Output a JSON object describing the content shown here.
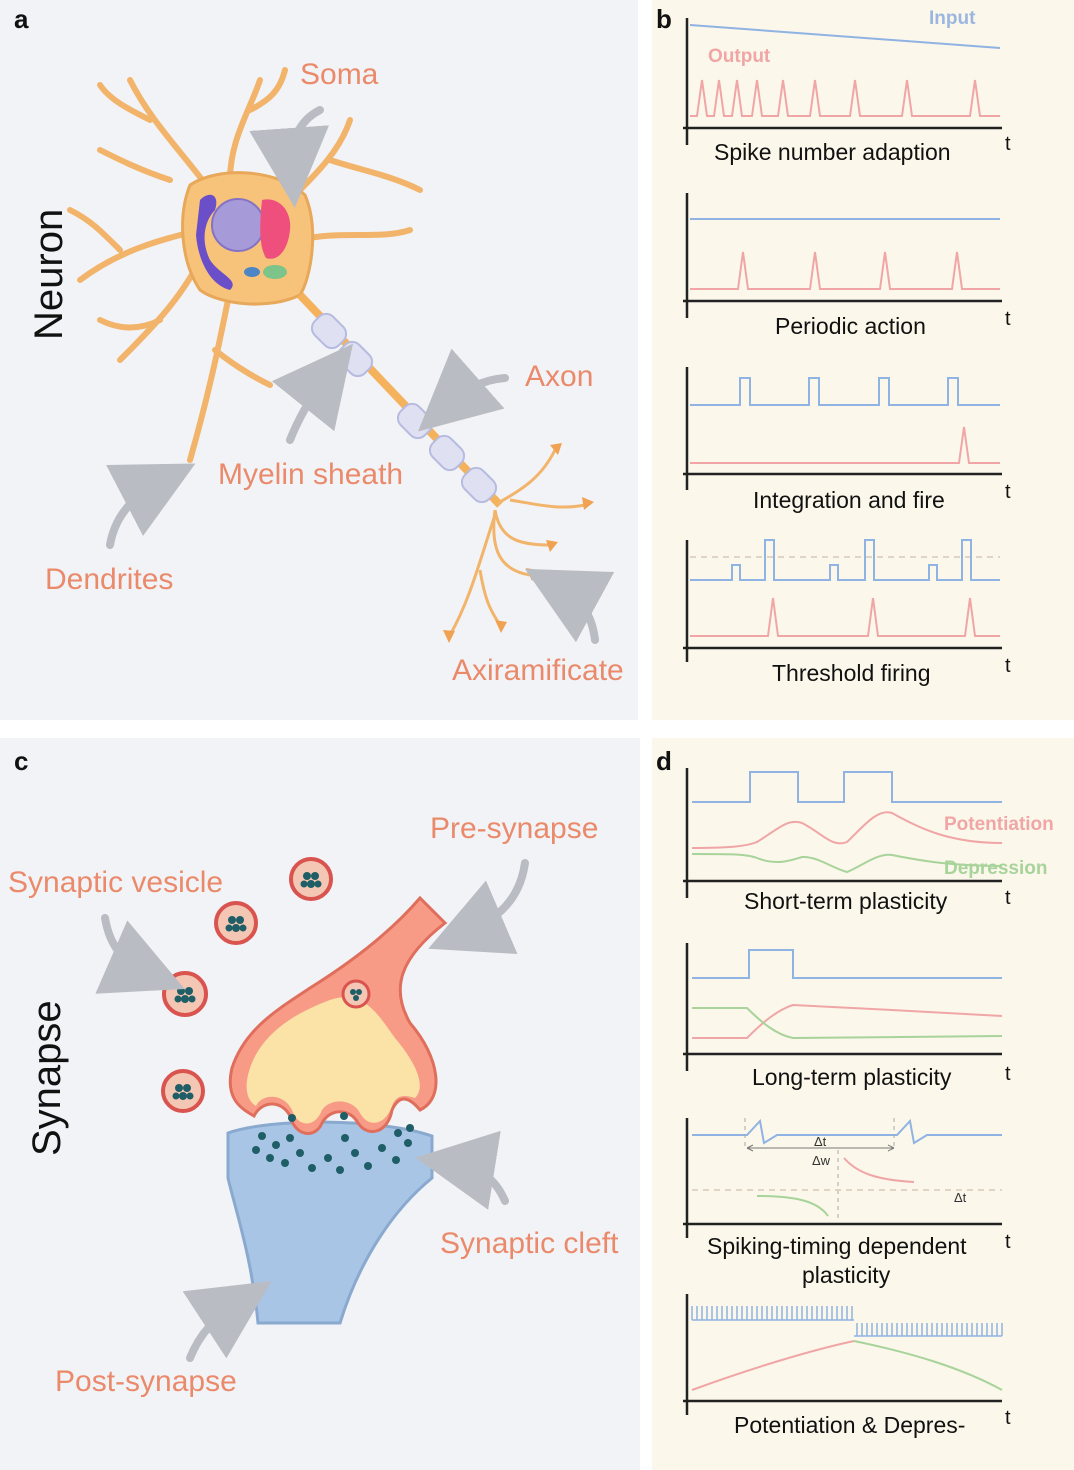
{
  "panel_a": {
    "label": "a",
    "title": "Neuron",
    "callouts": {
      "soma": "Soma",
      "axon": "Axon",
      "myelin": "Myelin sheath",
      "dendrites": "Dendrites",
      "axiramificate": "Axiramificate"
    }
  },
  "panel_b": {
    "label": "b",
    "legend_input": "Input",
    "legend_output": "Output",
    "axis_t": "t",
    "charts": [
      {
        "title": "Spike number adaption"
      },
      {
        "title": "Periodic action"
      },
      {
        "title": "Integration and fire"
      },
      {
        "title": "Threshold firing"
      }
    ]
  },
  "panel_c": {
    "label": "c",
    "title": "Synapse",
    "callouts": {
      "pre": "Pre-synapse",
      "vesicle": "Synaptic vesicle",
      "cleft": "Synaptic cleft",
      "post": "Post-synapse"
    }
  },
  "panel_d": {
    "label": "d",
    "legend_potentiation": "Potentiation",
    "legend_depression": "Depression",
    "axis_t": "t",
    "stdp_dt": "Δt",
    "stdp_dw": "Δw",
    "charts": [
      {
        "title": "Short-term plasticity"
      },
      {
        "title": "Long-term plasticity"
      },
      {
        "title_line1": "Spiking-timing dependent",
        "title_line2": "plasticity"
      },
      {
        "title": "Potentiation & Depres-"
      }
    ]
  },
  "colors": {
    "input_blue": "#8fb3e3",
    "output_red": "#f0a6a6",
    "depression_green": "#a8d39b",
    "callout_orange": "#ea8a6b",
    "arrow_gray": "#b9bcc2"
  }
}
